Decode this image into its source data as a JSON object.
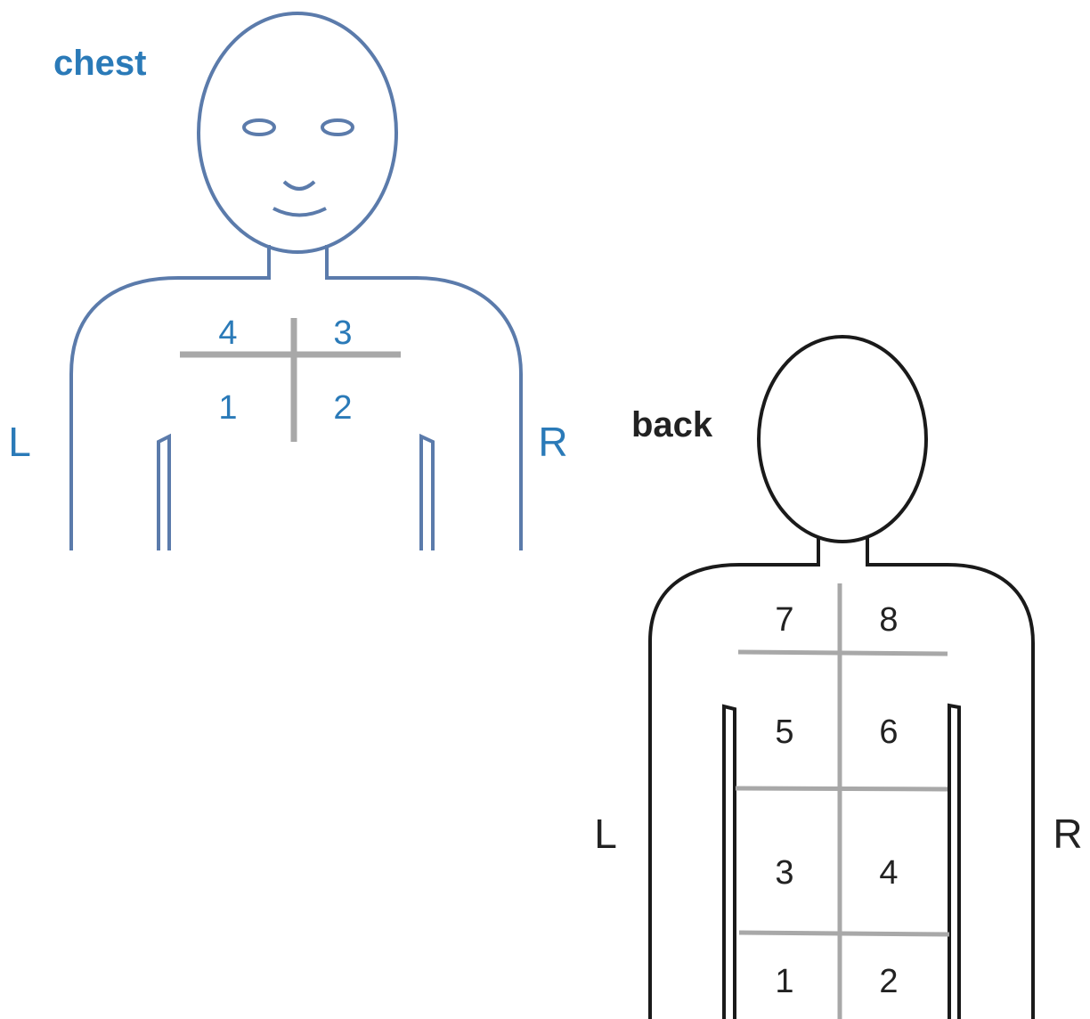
{
  "colors": {
    "chest_outline": "#5b7bab",
    "chest_text": "#2a7ab8",
    "back_outline": "#1a1a1a",
    "divider": "#a8a8a8",
    "back_text": "#222222"
  },
  "chest": {
    "title": "chest",
    "left_label": "L",
    "right_label": "R",
    "zones": {
      "z1": "1",
      "z2": "2",
      "z3": "3",
      "z4": "4"
    }
  },
  "back": {
    "title": "back",
    "left_label": "L",
    "right_label": "R",
    "zones": {
      "z1": "1",
      "z2": "2",
      "z3": "3",
      "z4": "4",
      "z5": "5",
      "z6": "6",
      "z7": "7",
      "z8": "8"
    }
  }
}
